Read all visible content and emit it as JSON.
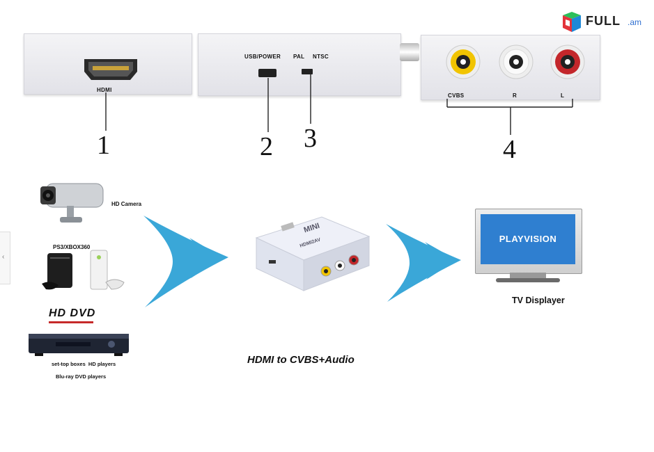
{
  "watermark": {
    "brand": "FULL",
    "suffix": ".am"
  },
  "ports": {
    "hdmi_label": "HDMI",
    "usb_label": "USB/POWER",
    "pal_label": "PAL",
    "ntsc_label": "NTSC",
    "cvbs_label": "CVBS",
    "r_label": "R",
    "l_label": "L"
  },
  "callouts": [
    "1",
    "2",
    "3",
    "4"
  ],
  "sources": {
    "camera_label": "HD Camera",
    "console_label": "PS3/XBOX360",
    "hddvd_logo": "HD DVD",
    "settop_label": "set-top boxes  HD players",
    "bluray_label": "Blu-ray DVD players"
  },
  "converter": {
    "brand": "MINI",
    "model": "HDMI2AV"
  },
  "caption": "HDMI to CVBS+Audio",
  "tv": {
    "screen_text": "PLAYVISION",
    "caption": "TV Displayer"
  },
  "colors": {
    "arrow": "#3aa7d8",
    "tv_screen": "#2f7fd0",
    "rca_yellow": "#f1c400",
    "rca_red": "#c3272b"
  }
}
